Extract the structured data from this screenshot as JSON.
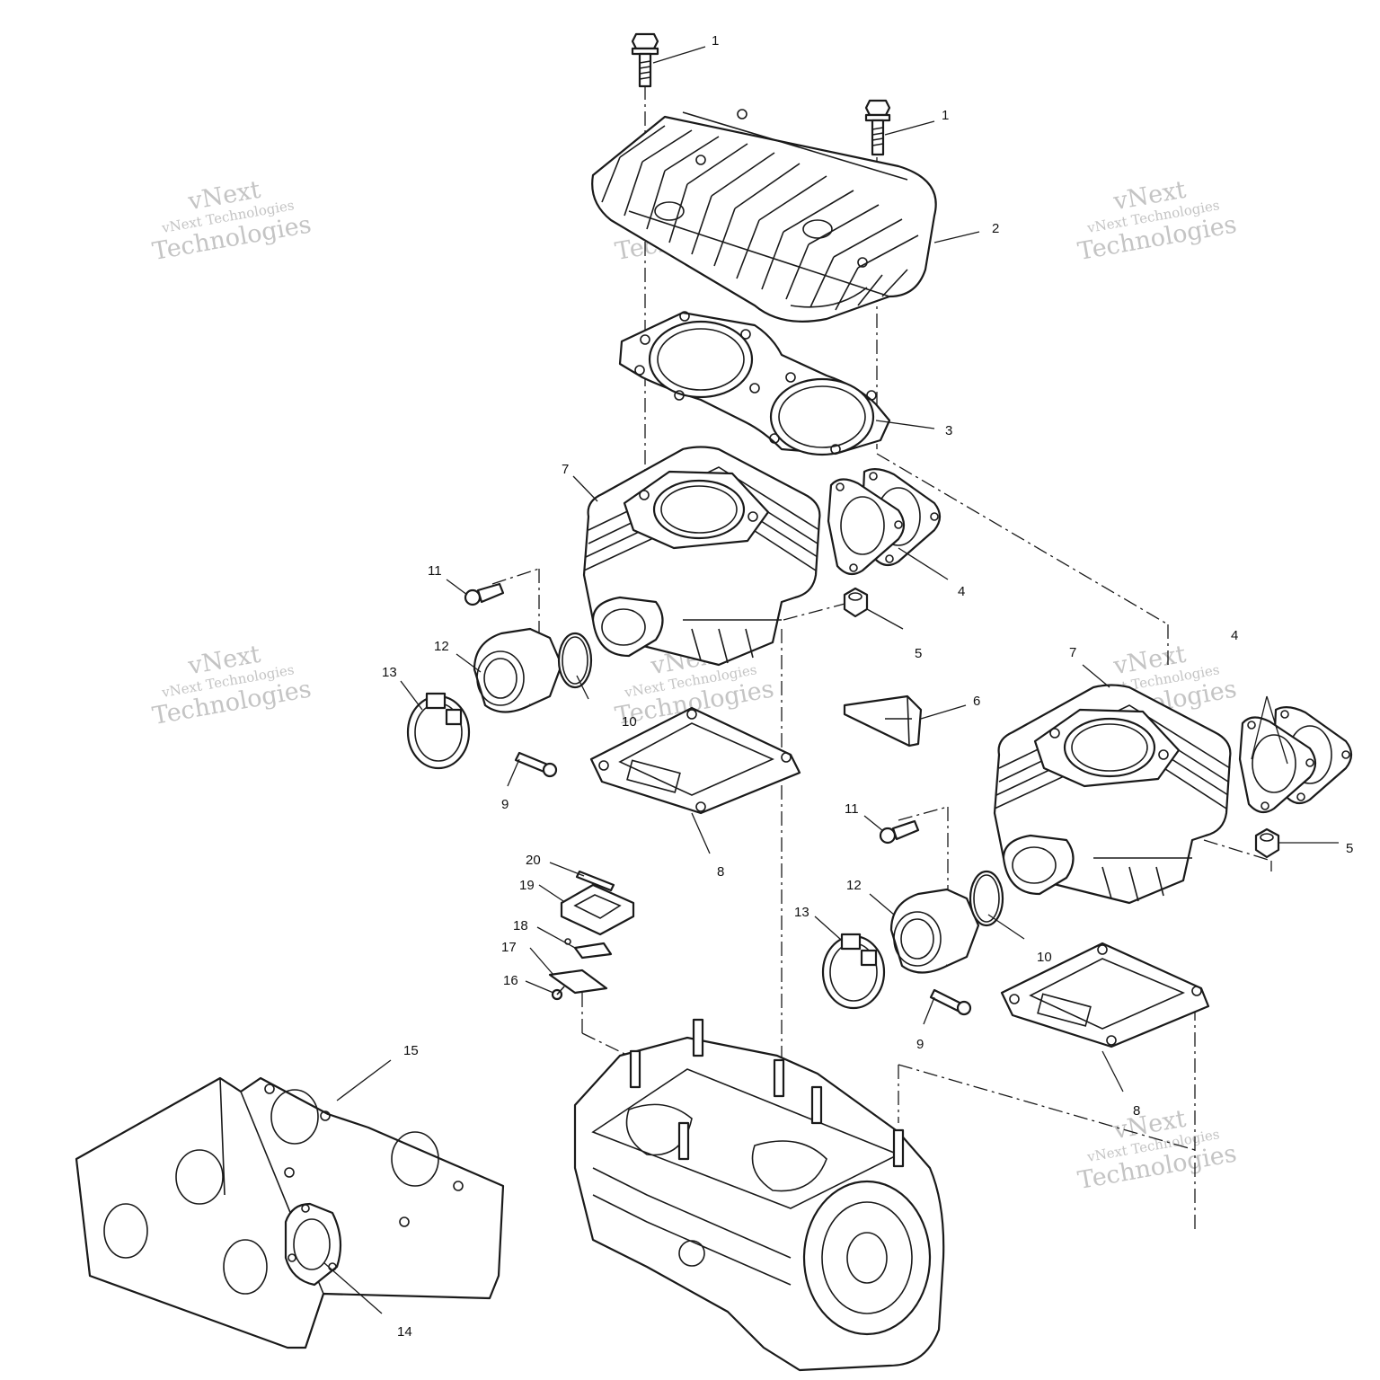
{
  "watermark": {
    "line1": "vNext",
    "line2": "vNext Technologies",
    "line3": "Technologies"
  },
  "callouts": [
    {
      "id": "c1a",
      "text": "1"
    },
    {
      "id": "c1b",
      "text": "1"
    },
    {
      "id": "c2",
      "text": "2"
    },
    {
      "id": "c3",
      "text": "3"
    },
    {
      "id": "c4a",
      "text": "4"
    },
    {
      "id": "c4b",
      "text": "4"
    },
    {
      "id": "c5a",
      "text": "5"
    },
    {
      "id": "c5b",
      "text": "5"
    },
    {
      "id": "c6",
      "text": "6"
    },
    {
      "id": "c7a",
      "text": "7"
    },
    {
      "id": "c7b",
      "text": "7"
    },
    {
      "id": "c8a",
      "text": "8"
    },
    {
      "id": "c8b",
      "text": "8"
    },
    {
      "id": "c9a",
      "text": "9"
    },
    {
      "id": "c9b",
      "text": "9"
    },
    {
      "id": "c10a",
      "text": "10"
    },
    {
      "id": "c10b",
      "text": "10"
    },
    {
      "id": "c11a",
      "text": "11"
    },
    {
      "id": "c11b",
      "text": "11"
    },
    {
      "id": "c12a",
      "text": "12"
    },
    {
      "id": "c12b",
      "text": "12"
    },
    {
      "id": "c13a",
      "text": "13"
    },
    {
      "id": "c13b",
      "text": "13"
    },
    {
      "id": "c14",
      "text": "14"
    },
    {
      "id": "c15",
      "text": "15"
    },
    {
      "id": "c16",
      "text": "16"
    },
    {
      "id": "c17",
      "text": "17"
    },
    {
      "id": "c18",
      "text": "18"
    },
    {
      "id": "c19",
      "text": "19"
    },
    {
      "id": "c20",
      "text": "20"
    }
  ]
}
